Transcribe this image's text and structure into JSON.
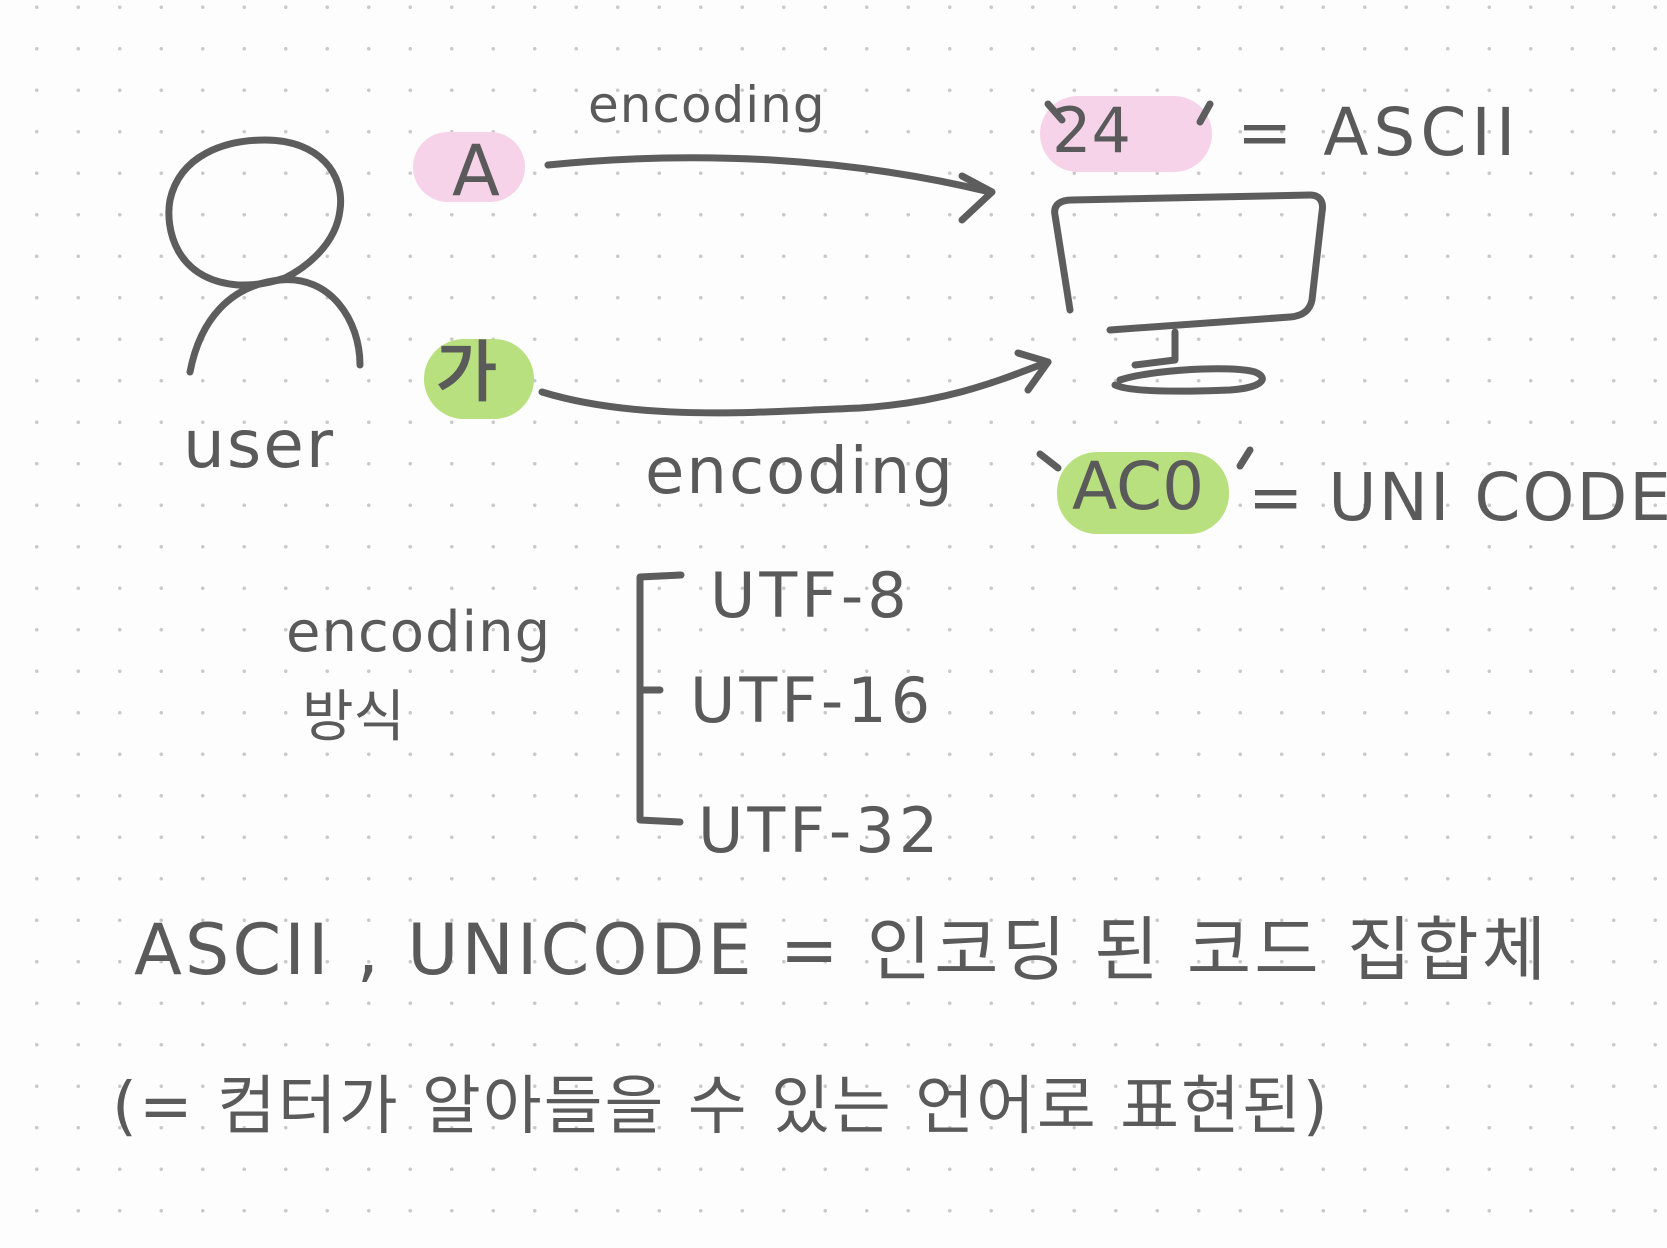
{
  "diagram": {
    "user_label": "user",
    "input_1": {
      "char": "A",
      "highlight": "#f7d3ea"
    },
    "input_2": {
      "char": "가",
      "highlight": "#b9e07e"
    },
    "arrow_top_label": "encoding",
    "arrow_bottom_label": "encoding",
    "code_1": {
      "text": "24",
      "highlight": "#f7d3ea",
      "standard": "ASCII"
    },
    "code_2": {
      "text": "AC0",
      "highlight": "#b9e07e",
      "standard": "UNI CODE"
    },
    "methods_label_line1": "encoding",
    "methods_label_line2": "방식",
    "methods": [
      "UTF-8",
      "UTF-16",
      "UTF-32"
    ],
    "summary_line1": "ASCII , UNICODE = 인코딩 된 코드 집합체",
    "summary_line2": "(= 컴터가 알아들을 수 있는 언어로 표현된)",
    "ink_color": "#5d5d5d",
    "icons": [
      "user-icon",
      "monitor-icon"
    ]
  }
}
